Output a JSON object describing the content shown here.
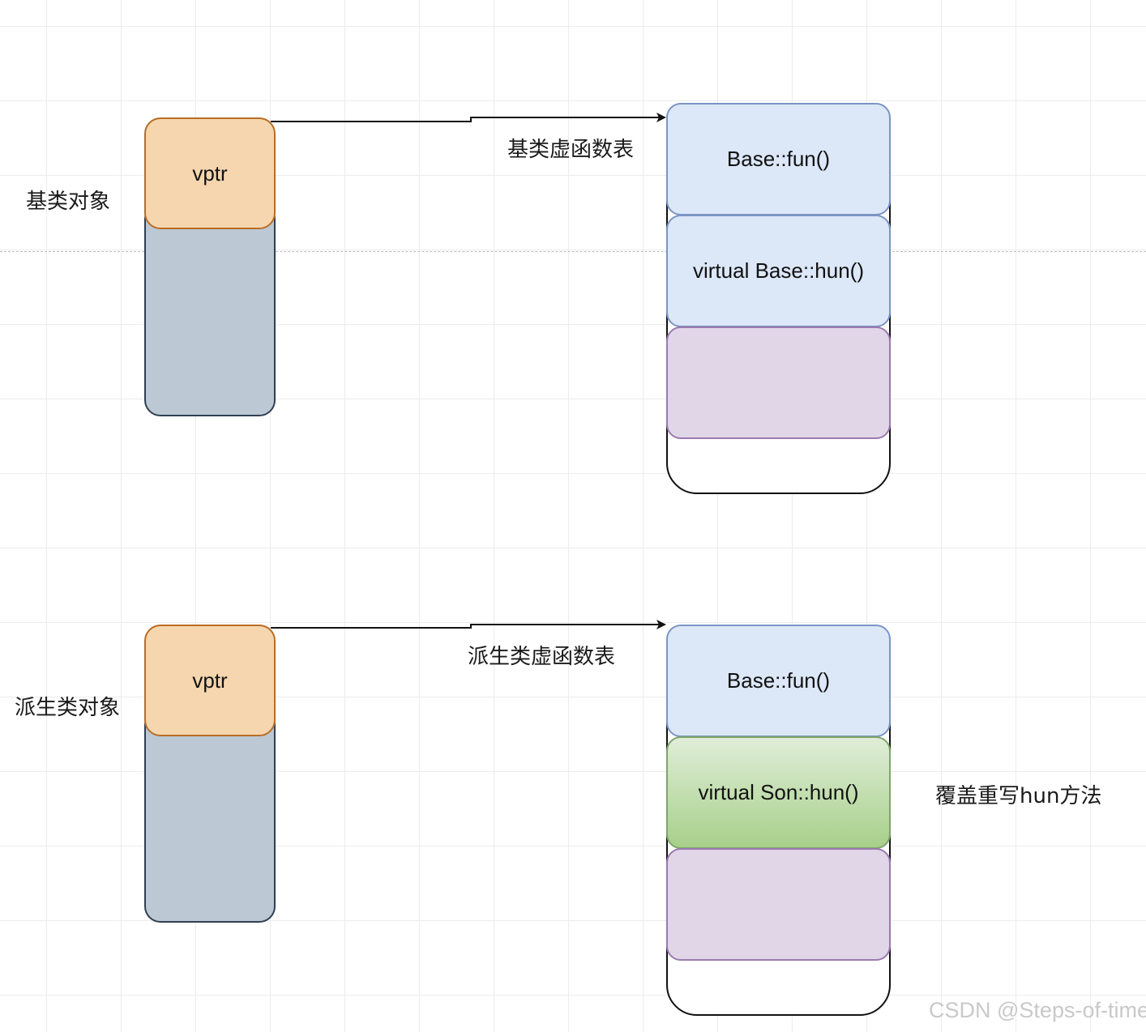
{
  "base": {
    "object_label": "基类对象",
    "vptr_label": "vptr",
    "vtable_label": "基类虚函数表",
    "entries": [
      "Base::fun()",
      "virtual Base::hun()",
      ""
    ]
  },
  "derived": {
    "object_label": "派生类对象",
    "vptr_label": "vptr",
    "vtable_label": "派生类虚函数表",
    "entries": [
      "Base::fun()",
      "virtual Son::hun()",
      ""
    ],
    "override_note": "覆盖重写hun方法"
  },
  "watermark": "CSDN @Steps-of-time",
  "colors": {
    "vptr_fill": "#f6d6ae",
    "object_fill": "#bcc8d4",
    "entry_blue": "#dce7f8",
    "entry_purple": "#e1d6e8",
    "entry_green": "#a7d08a"
  }
}
